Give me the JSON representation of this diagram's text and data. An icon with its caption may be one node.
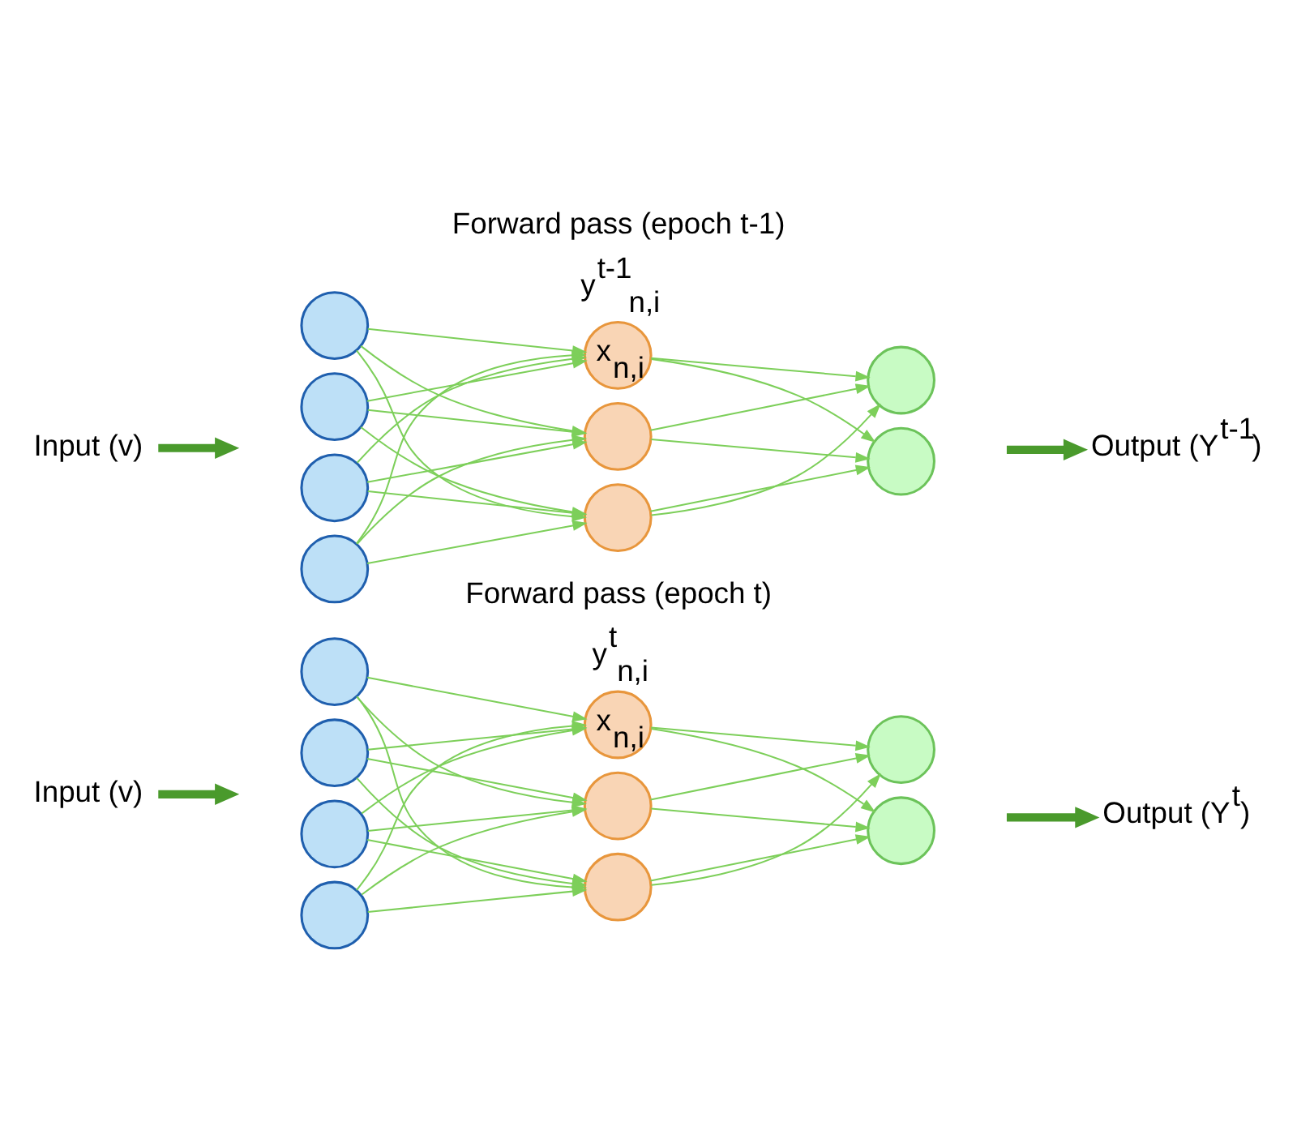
{
  "diagram": {
    "nodes": [
      {
        "text": [
          "Input (v)"
        ]
      },
      {
        "text": [],
        "shape": "circle"
      },
      {
        "text": [],
        "shape": "circle"
      },
      {
        "text": [],
        "shape": "circle"
      },
      {
        "text": [],
        "shape": "circle"
      },
      {
        "text": [
          "x$_{n,i}$"
        ],
        "beside": [
          "y$^{t-1}$$_{n,i}$"
        ]
      },
      {
        "text": [],
        "shape": "circle"
      },
      {
        "text": [],
        "shape": "circle"
      },
      {
        "text": [],
        "shape": "circle"
      },
      {
        "text": [],
        "shape": "circle"
      },
      {
        "text": [
          "Output (Y$^{t-1}$)"
        ]
      },
      {
        "text": [
          "Input (v)"
        ]
      },
      {
        "text": [],
        "shape": "circle"
      },
      {
        "text": [],
        "shape": "circle"
      },
      {
        "text": [],
        "shape": "circle"
      },
      {
        "text": [],
        "shape": "circle"
      },
      {
        "text": [
          "x$_{n,i}$"
        ],
        "beside": [
          "y$^{t}$$_{n,i}$"
        ]
      },
      {
        "text": [],
        "shape": "circle"
      },
      {
        "text": [],
        "shape": "circle"
      },
      {
        "text": [],
        "shape": "circle"
      },
      {
        "text": [],
        "shape": "circle"
      },
      {
        "text": [
          "Output (Y$^{t}$)"
        ]
      }
    ],
    "edges": [
      {
        "from": 0,
        "to": null,
        "arrow": "to",
        "style": "thick"
      },
      {
        "from": 1,
        "to": 5,
        "arrow": "to"
      },
      {
        "from": 1,
        "to": 6,
        "arrow": "to"
      },
      {
        "from": 1,
        "to": 7,
        "arrow": "to"
      },
      {
        "from": 2,
        "to": 5,
        "arrow": "to"
      },
      {
        "from": 2,
        "to": 6,
        "arrow": "to"
      },
      {
        "from": 2,
        "to": 7,
        "arrow": "to"
      },
      {
        "from": 3,
        "to": 5,
        "arrow": "to"
      },
      {
        "from": 3,
        "to": 6,
        "arrow": "to"
      },
      {
        "from": 3,
        "to": 7,
        "arrow": "to"
      },
      {
        "from": 4,
        "to": 5,
        "arrow": "to"
      },
      {
        "from": 4,
        "to": 6,
        "arrow": "to"
      },
      {
        "from": 4,
        "to": 7,
        "arrow": "to"
      },
      {
        "from": 5,
        "to": 8,
        "arrow": "to"
      },
      {
        "from": 5,
        "to": 9,
        "arrow": "to"
      },
      {
        "from": 6,
        "to": 8,
        "arrow": "to"
      },
      {
        "from": 6,
        "to": 9,
        "arrow": "to"
      },
      {
        "from": 7,
        "to": 8,
        "arrow": "to"
      },
      {
        "from": 7,
        "to": 9,
        "arrow": "to"
      },
      {
        "from": null,
        "to": 10,
        "arrow": "to",
        "style": "thick"
      },
      {
        "from": 11,
        "to": null,
        "arrow": "to",
        "style": "thick"
      },
      {
        "from": 12,
        "to": 16,
        "arrow": "to"
      },
      {
        "from": 12,
        "to": 17,
        "arrow": "to"
      },
      {
        "from": 12,
        "to": 18,
        "arrow": "to"
      },
      {
        "from": 13,
        "to": 16,
        "arrow": "to"
      },
      {
        "from": 13,
        "to": 17,
        "arrow": "to"
      },
      {
        "from": 13,
        "to": 18,
        "arrow": "to"
      },
      {
        "from": 14,
        "to": 16,
        "arrow": "to"
      },
      {
        "from": 14,
        "to": 17,
        "arrow": "to"
      },
      {
        "from": 14,
        "to": 18,
        "arrow": "to"
      },
      {
        "from": 15,
        "to": 16,
        "arrow": "to"
      },
      {
        "from": 15,
        "to": 17,
        "arrow": "to"
      },
      {
        "from": 15,
        "to": 18,
        "arrow": "to"
      },
      {
        "from": 16,
        "to": 19,
        "arrow": "to"
      },
      {
        "from": 16,
        "to": 20,
        "arrow": "to"
      },
      {
        "from": 17,
        "to": 19,
        "arrow": "to"
      },
      {
        "from": 17,
        "to": 20,
        "arrow": "to"
      },
      {
        "from": 18,
        "to": 19,
        "arrow": "to"
      },
      {
        "from": 18,
        "to": 20,
        "arrow": "to"
      },
      {
        "from": null,
        "to": 21,
        "arrow": "to",
        "style": "thick"
      }
    ],
    "labels": [
      "Forward pass (epoch t-1)",
      "Forward pass (epoch t)"
    ]
  }
}
